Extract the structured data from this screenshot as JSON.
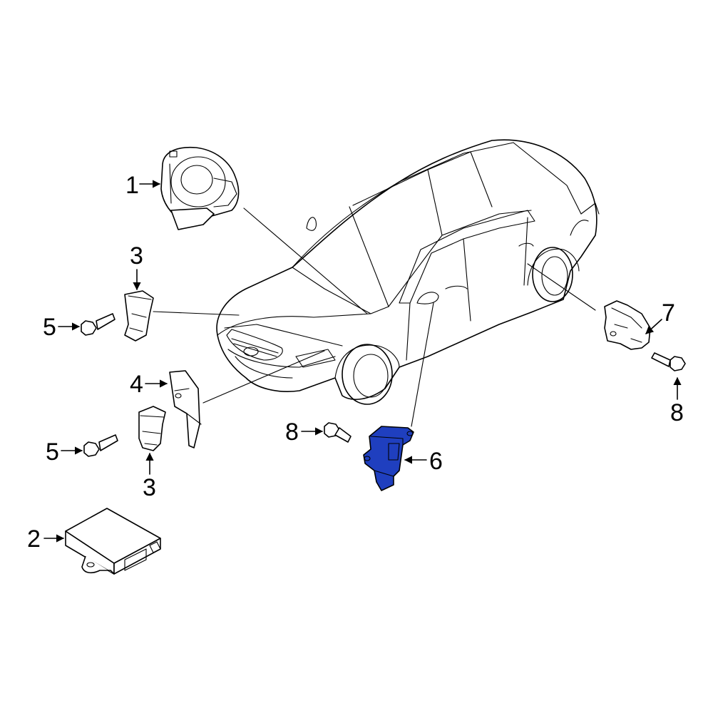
{
  "callouts": {
    "c1": "1",
    "c2": "2",
    "c3a": "3",
    "c3b": "3",
    "c4": "4",
    "c5a": "5",
    "c5b": "5",
    "c6": "6",
    "c7": "7",
    "c8a": "8",
    "c8b": "8"
  },
  "highlight": {
    "part": "6",
    "color": "#1f3fbf"
  }
}
